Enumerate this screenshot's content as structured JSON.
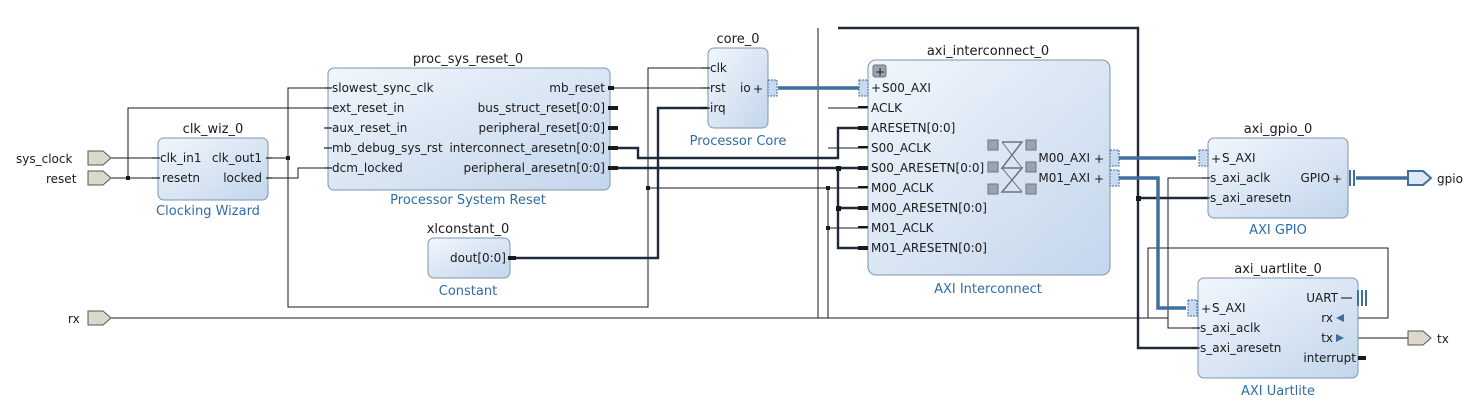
{
  "blocks": {
    "clk_wiz": {
      "name": "clk_wiz_0",
      "subtitle": "Clocking Wizard",
      "ports": {
        "clk_in1": "clk_in1",
        "resetn": "resetn",
        "clk_out1": "clk_out1",
        "locked": "locked"
      }
    },
    "proc_sys_reset": {
      "name": "proc_sys_reset_0",
      "subtitle": "Processor System Reset",
      "ports": {
        "slowest_sync_clk": "slowest_sync_clk",
        "ext_reset_in": "ext_reset_in",
        "aux_reset_in": "aux_reset_in",
        "mb_debug_sys_rst": "mb_debug_sys_rst",
        "dcm_locked": "dcm_locked",
        "mb_reset": "mb_reset",
        "bus_struct_reset": "bus_struct_reset[0:0]",
        "peripheral_reset": "peripheral_reset[0:0]",
        "interconnect_aresetn": "interconnect_aresetn[0:0]",
        "peripheral_aresetn": "peripheral_aresetn[0:0]"
      }
    },
    "core": {
      "name": "core_0",
      "subtitle": "Processor Core",
      "ports": {
        "clk": "clk",
        "rst": "rst",
        "irq": "irq",
        "io": "io"
      }
    },
    "xlconstant": {
      "name": "xlconstant_0",
      "subtitle": "Constant",
      "ports": {
        "dout": "dout[0:0]"
      }
    },
    "axi_interconnect": {
      "name": "axi_interconnect_0",
      "subtitle": "AXI Interconnect",
      "ports": {
        "S00_AXI": "S00_AXI",
        "ACLK": "ACLK",
        "ARESETN": "ARESETN[0:0]",
        "S00_ACLK": "S00_ACLK",
        "S00_ARESETN": "S00_ARESETN[0:0]",
        "M00_ACLK": "M00_ACLK",
        "M00_ARESETN": "M00_ARESETN[0:0]",
        "M01_ACLK": "M01_ACLK",
        "M01_ARESETN": "M01_ARESETN[0:0]",
        "M00_AXI": "M00_AXI",
        "M01_AXI": "M01_AXI"
      }
    },
    "axi_gpio": {
      "name": "axi_gpio_0",
      "subtitle": "AXI GPIO",
      "ports": {
        "S_AXI": "S_AXI",
        "s_axi_aclk": "s_axi_aclk",
        "s_axi_aresetn": "s_axi_aresetn",
        "GPIO": "GPIO"
      }
    },
    "axi_uartlite": {
      "name": "axi_uartlite_0",
      "subtitle": "AXI Uartlite",
      "ports": {
        "S_AXI": "S_AXI",
        "s_axi_aclk": "s_axi_aclk",
        "s_axi_aresetn": "s_axi_aresetn",
        "UART": "UART",
        "rx": "rx",
        "tx": "tx",
        "interrupt": "interrupt"
      }
    }
  },
  "external_ports": {
    "sys_clock": "sys_clock",
    "reset": "reset",
    "rx_in": "rx",
    "gpio": "gpio",
    "tx": "tx"
  },
  "colors": {
    "block_fill_top": "#eef4fb",
    "block_fill_bottom": "#c7d9ee",
    "block_border": "#7f95b0",
    "subtitle": "#2e6da4",
    "axi_bus": "#3f6f9e",
    "wire": "#1a1a1a"
  }
}
